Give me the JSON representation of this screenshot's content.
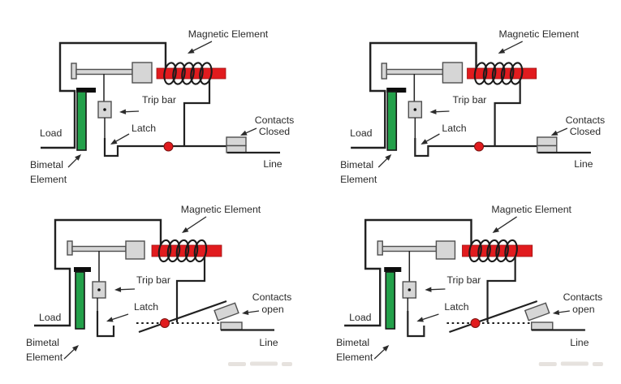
{
  "diagram": {
    "name": "thermal-magnetic-circuit-breaker-operation",
    "colors": {
      "magnetic_element_red": "#e11b1e",
      "pivot_dot_red": "#e11b1e",
      "bimetal_green": "#23a04a",
      "block_gray_fill": "#d6d6d6",
      "block_gray_stroke": "#4f4f4f",
      "wire_black": "#212121",
      "text_color": "#2b2b2b"
    },
    "panels": [
      {
        "id": "top-left",
        "state": "closed",
        "labels": {
          "magnetic_element": "Magnetic Element",
          "trip_bar": "Trip bar",
          "latch": "Latch",
          "load": "Load",
          "bimetal_l1": "Bimetal",
          "bimetal_l2": "Element",
          "contacts_l1": "Contacts",
          "contacts_l2": "Closed",
          "line": "Line"
        }
      },
      {
        "id": "top-right",
        "state": "closed",
        "labels": {
          "magnetic_element": "Magnetic Element",
          "trip_bar": "Trip bar",
          "latch": "Latch",
          "load": "Load",
          "bimetal_l1": "Bimetal",
          "bimetal_l2": "Element",
          "contacts_l1": "Contacts",
          "contacts_l2": "Closed",
          "line": "Line"
        }
      },
      {
        "id": "bottom-left",
        "state": "open",
        "labels": {
          "magnetic_element": "Magnetic Element",
          "trip_bar": "Trip bar",
          "latch": "Latch",
          "load": "Load",
          "bimetal_l1": "Bimetal",
          "bimetal_l2": "Element",
          "contacts_l1": "Contacts",
          "contacts_l2": "open",
          "line": "Line"
        }
      },
      {
        "id": "bottom-right",
        "state": "open",
        "labels": {
          "magnetic_element": "Magnetic Element",
          "trip_bar": "Trip bar",
          "latch": "Latch",
          "load": "Load",
          "bimetal_l1": "Bimetal",
          "bimetal_l2": "Element",
          "contacts_l1": "Contacts",
          "contacts_l2": "open",
          "line": "Line"
        }
      }
    ]
  }
}
